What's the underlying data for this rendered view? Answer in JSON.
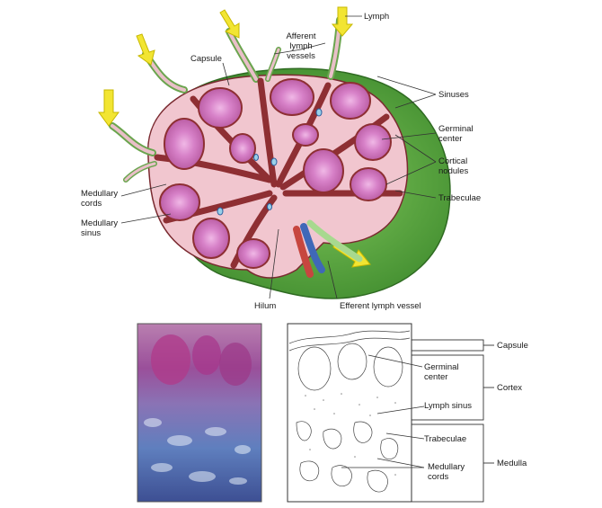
{
  "top_labels": {
    "lymph": "Lymph",
    "afferent": "Afferent\nlymph\nvessels",
    "capsule": "Capsule",
    "sinuses": "Sinuses",
    "germinal_center": "Germinal\ncenter",
    "cortical_nodules": "Cortical\nnodules",
    "trabeculae": "Trabeculae",
    "medullary_cords": "Medullary\ncords",
    "medullary_sinus": "Medullary\nsinus",
    "hilum": "Hilum",
    "efferent": "Efferent lymph vessel"
  },
  "bottom_labels": {
    "germinal_center": "Germinal\ncenter",
    "lymph_sinus": "Lymph sinus",
    "trabeculae": "Trabeculae",
    "medullary_cords": "Medullary\ncords",
    "capsule": "Capsule",
    "cortex": "Cortex",
    "medulla": "Medulla"
  },
  "colors": {
    "capsule_green": "#4f9a3a",
    "tissue_pink": "#e8b7c4",
    "nodule_purple": "#c96fb7",
    "trabecula_red": "#8e2f33",
    "arrow_yellow": "#f2e532",
    "vein_blue": "#3f68b8",
    "artery_red": "#c7463f"
  }
}
